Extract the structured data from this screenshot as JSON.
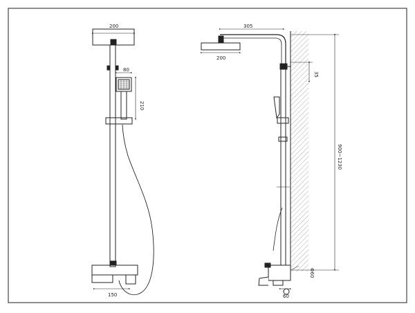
{
  "front_view": {
    "head_width": "200",
    "handset_head_width": "80",
    "handset_height": "210",
    "spout_length": "150"
  },
  "side_view": {
    "arm_reach": "305",
    "head_width": "200",
    "wall_bracket": "35",
    "height_range": "900~1230",
    "pipe_diameter": "Φ60",
    "mixer_offset": "60"
  }
}
